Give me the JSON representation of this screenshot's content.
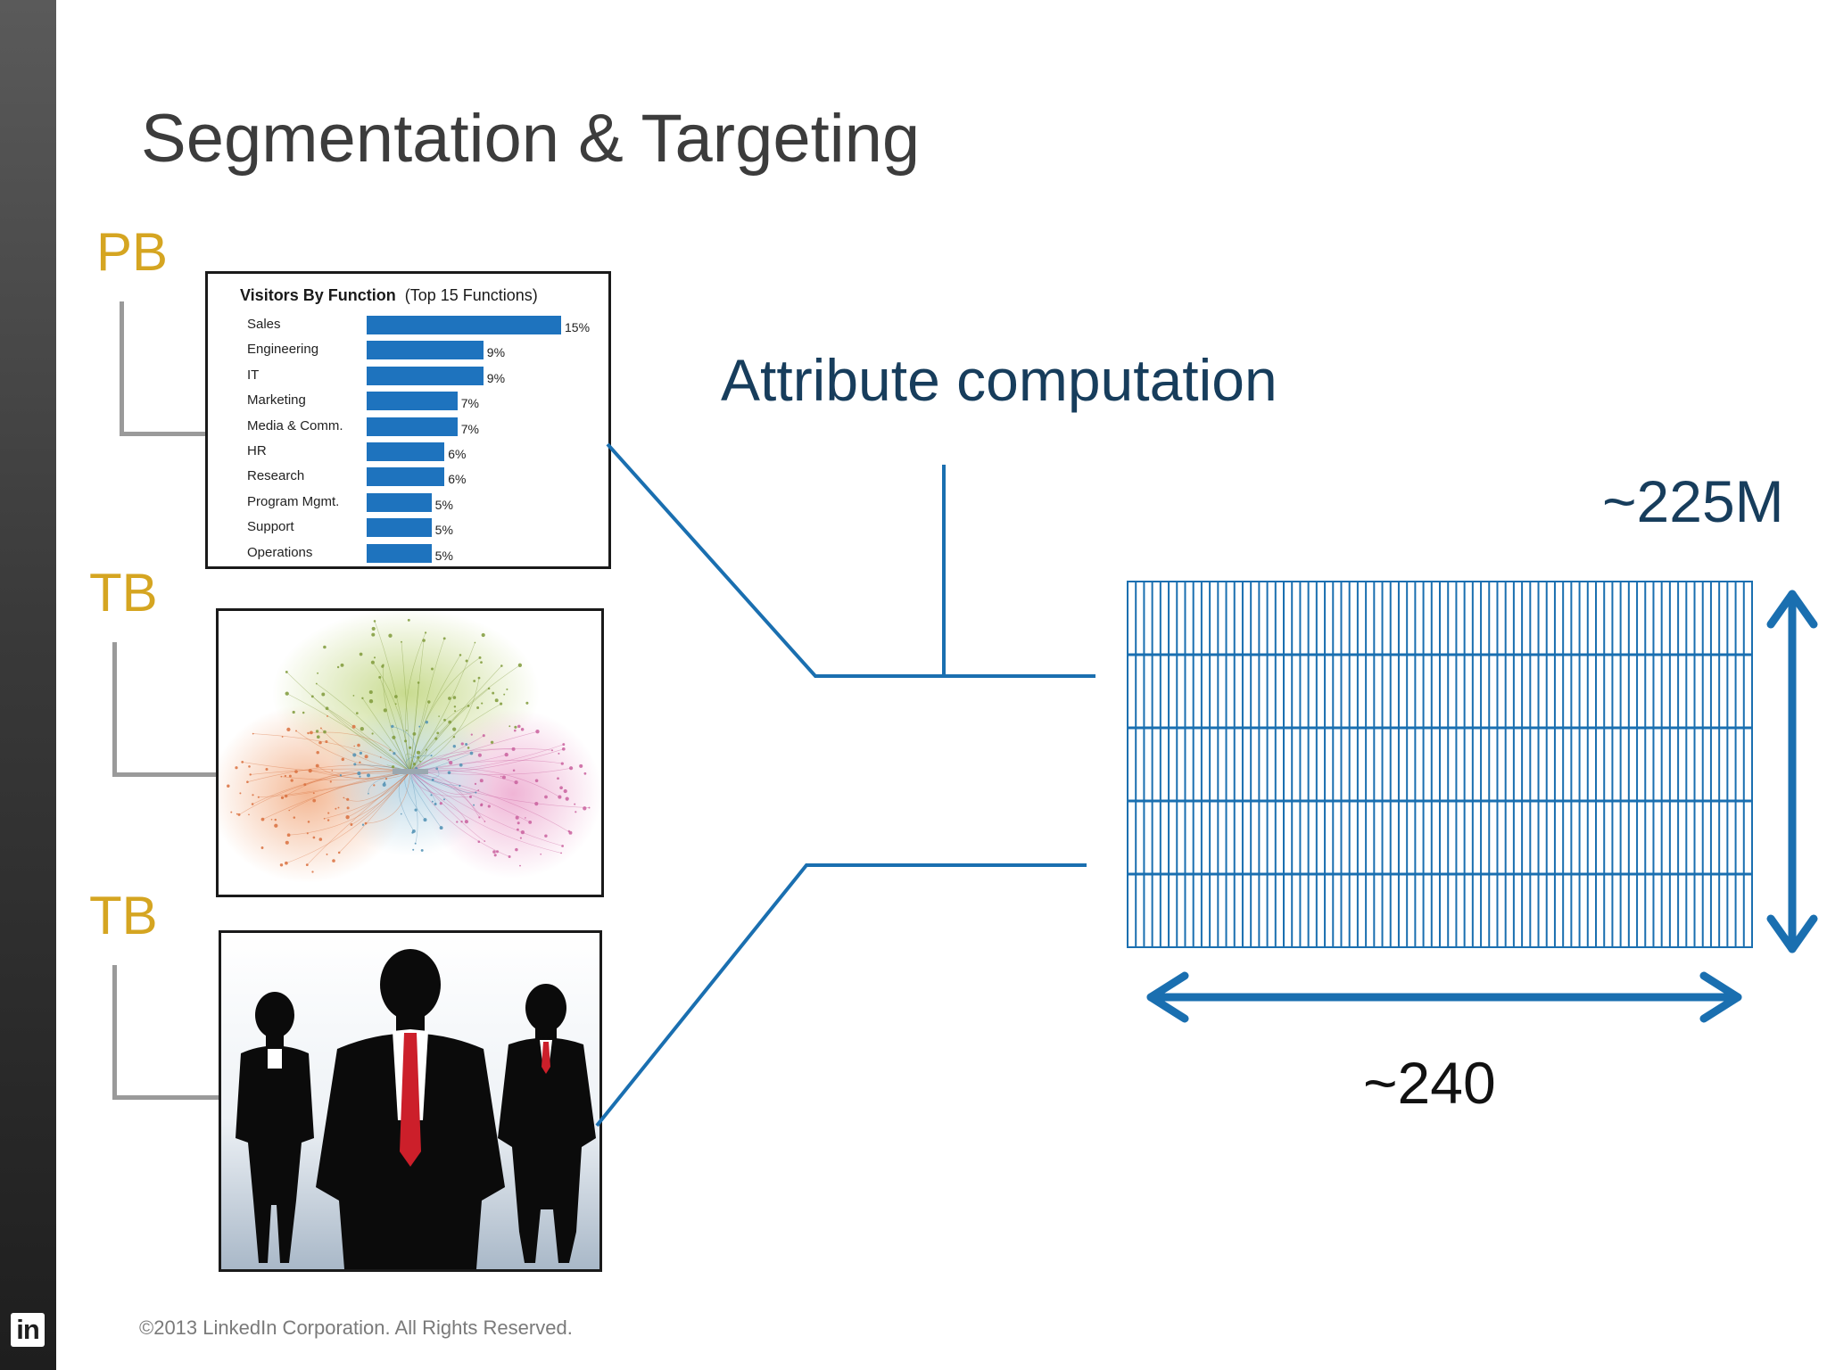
{
  "slide": {
    "title": "Segmentation & Targeting",
    "copyright": "©2013 LinkedIn Corporation. All Rights Reserved.",
    "logo_text": "in"
  },
  "tiers": [
    {
      "label": "PB"
    },
    {
      "label": "TB"
    },
    {
      "label": "TB"
    }
  ],
  "attribute_label": "Attribute computation",
  "matrix": {
    "rows_label": "~225M",
    "cols_label": "~240"
  },
  "colors": {
    "accent": "#1a6fb0",
    "tier_label": "#d5a521",
    "title": "#3c3c3c",
    "bar": "#1e73be"
  },
  "chart_data": {
    "type": "bar",
    "orientation": "horizontal",
    "title": "Visitors By Function",
    "subtitle": "(Top 15 Functions)",
    "categories": [
      "Sales",
      "Engineering",
      "IT",
      "Marketing",
      "Media & Comm.",
      "HR",
      "Research",
      "Program Mgmt.",
      "Support",
      "Operations"
    ],
    "values": [
      15,
      9,
      9,
      7,
      7,
      6,
      6,
      5,
      5,
      5
    ],
    "value_labels": [
      "15%",
      "9%",
      "9%",
      "7%",
      "7%",
      "6%",
      "6%",
      "5%",
      "5%",
      "5%"
    ],
    "xlim": [
      0,
      15
    ],
    "grid": false
  }
}
